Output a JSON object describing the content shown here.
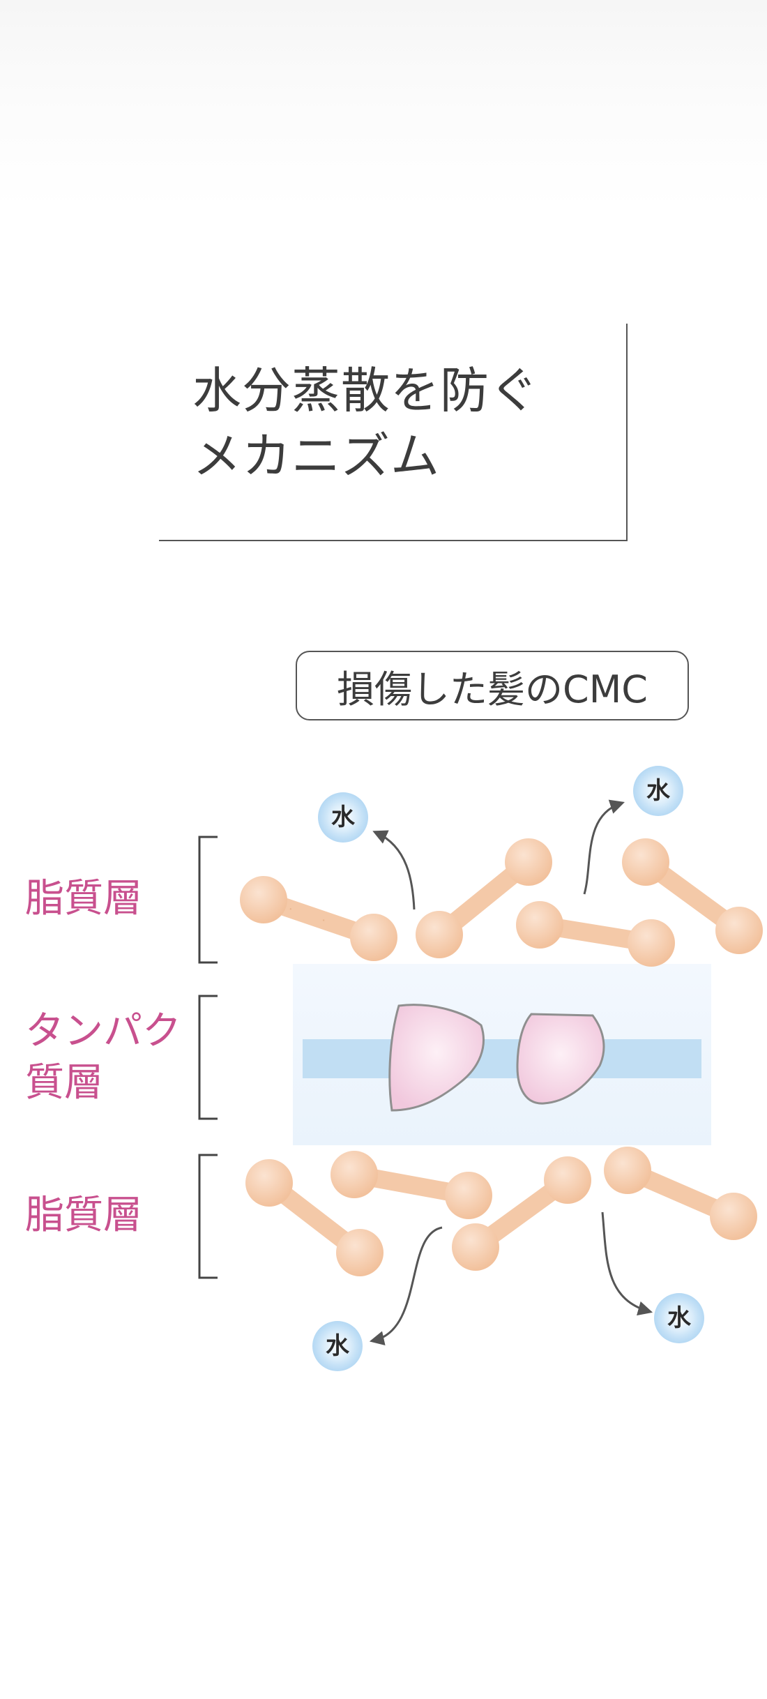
{
  "title": {
    "line1": "水分蒸散を防ぐ",
    "line2": "メカニズム"
  },
  "diagram_label": "損傷した髪のCMC",
  "layers": {
    "lipid_top": "脂質層",
    "protein_line1": "タンパク",
    "protein_line2": "質層",
    "lipid_bottom": "脂質層"
  },
  "water_label": "水",
  "colors": {
    "lipid_ball": "#f4c9a8",
    "lipid_stroke": "#e8b48d",
    "protein_band": "#b8d9f1",
    "protein_field": "#eef5fd",
    "protein_shape": "#f6d9e8",
    "water_glow": "#a8d2f2",
    "bracket": "#444444",
    "label_pink": "#c8508e",
    "text_dark": "#3c3c3c"
  }
}
